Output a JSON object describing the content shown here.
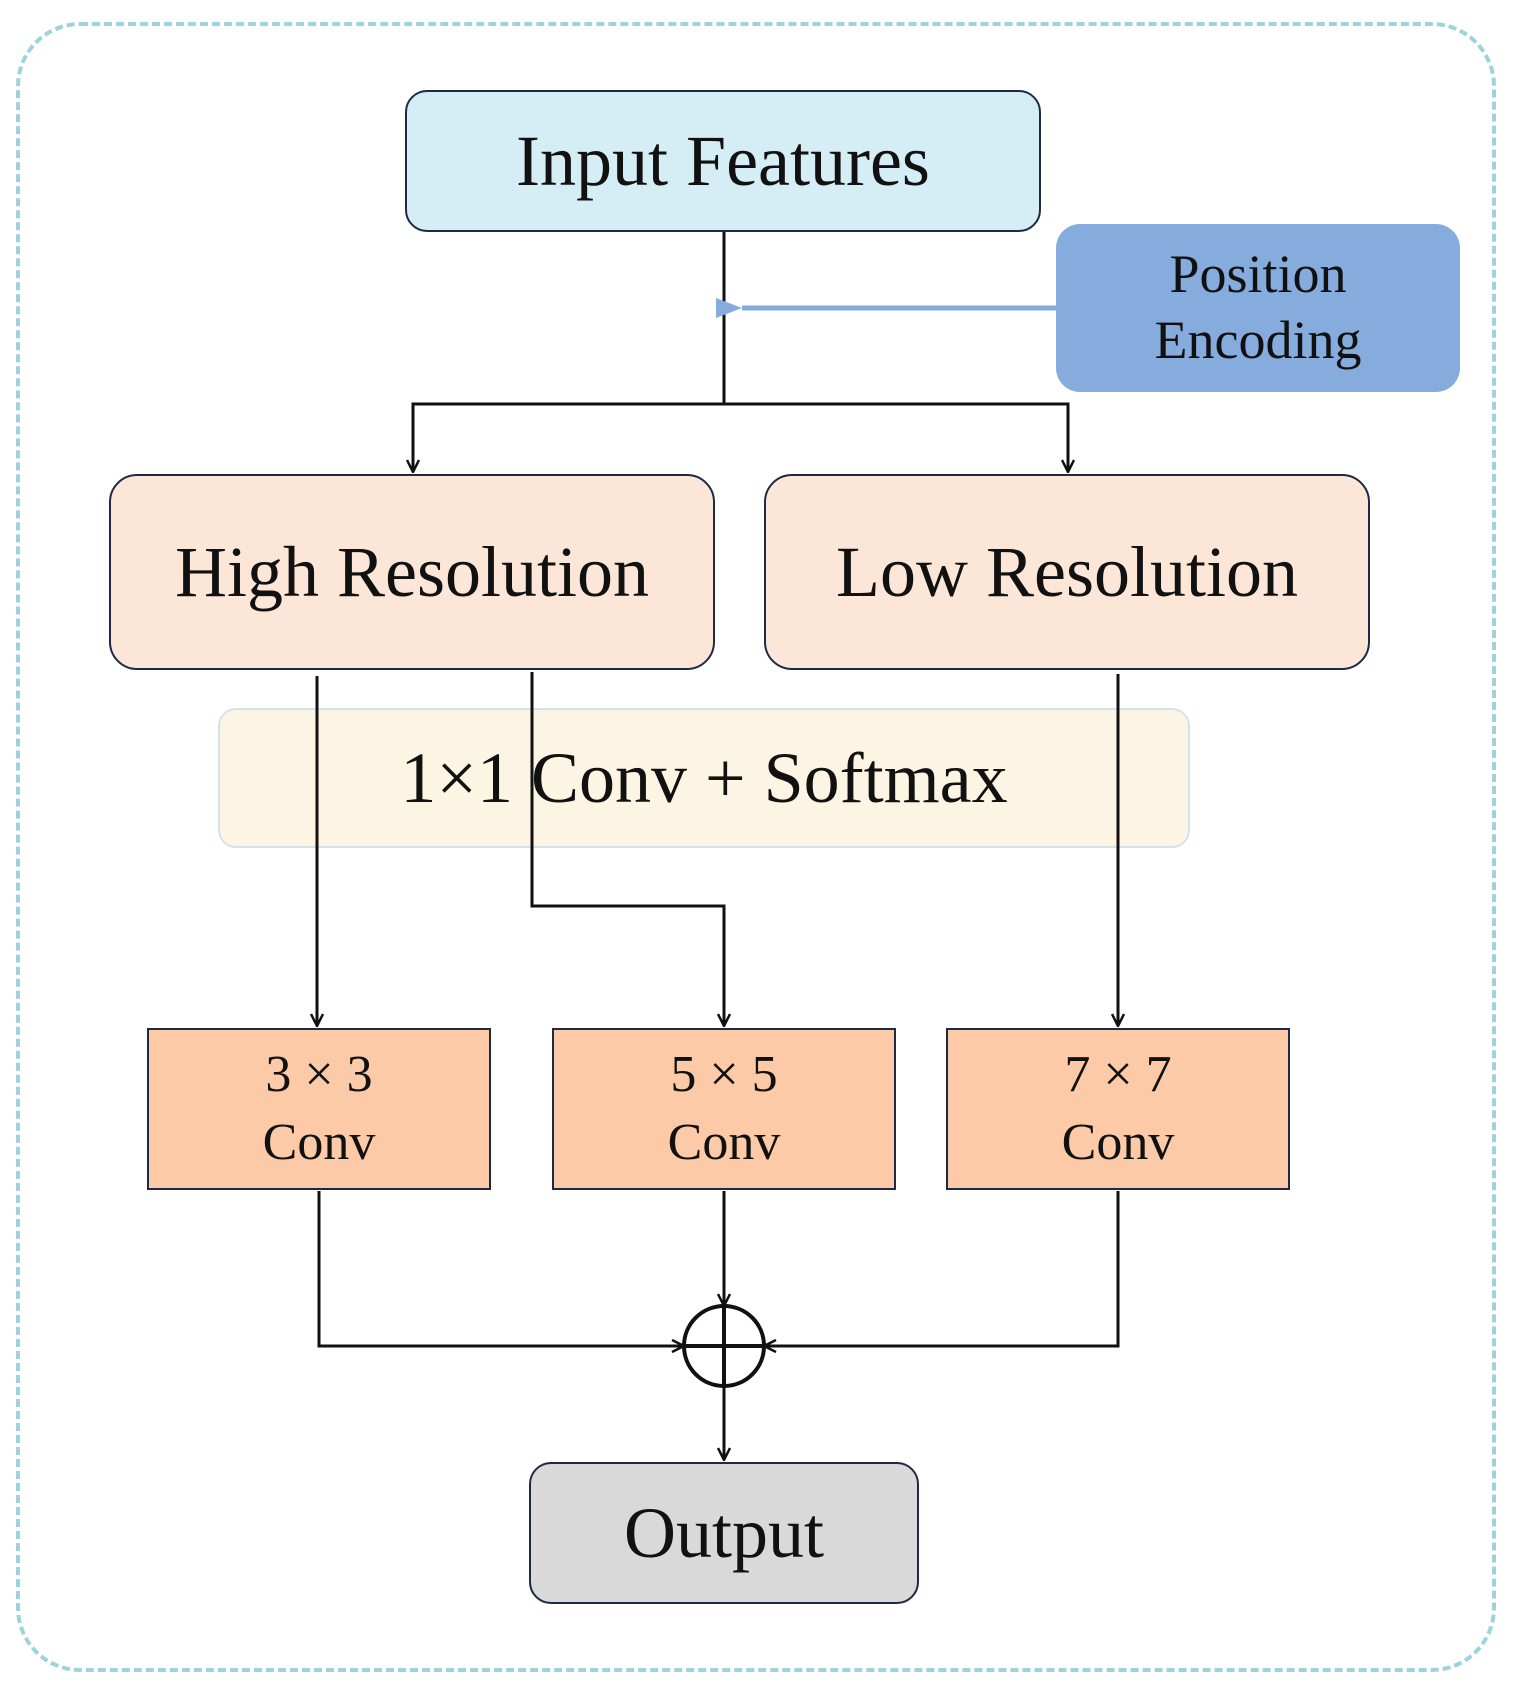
{
  "diagram": {
    "input": "Input Features",
    "position_encoding": [
      "Position",
      "Encoding"
    ],
    "high_resolution": "High Resolution",
    "low_resolution": "Low Resolution",
    "attention": "1×1 Conv + Softmax",
    "branches": [
      {
        "kernel": "3 × 3",
        "op": "Conv"
      },
      {
        "kernel": "5 × 5",
        "op": "Conv"
      },
      {
        "kernel": "7 × 7",
        "op": "Conv"
      }
    ],
    "output": "Output",
    "colors": {
      "input_fill": "#d5edf4",
      "position_encoding_fill": "#86acde",
      "resolution_fill": "#fce6d8",
      "attention_fill": "#fdf5e3",
      "conv_fill": "#fccaa7",
      "output_fill": "#d9d9d9",
      "frame_border": "#9ed3dd",
      "arrow": "#111111",
      "encoding_arrow": "#86acde"
    }
  }
}
